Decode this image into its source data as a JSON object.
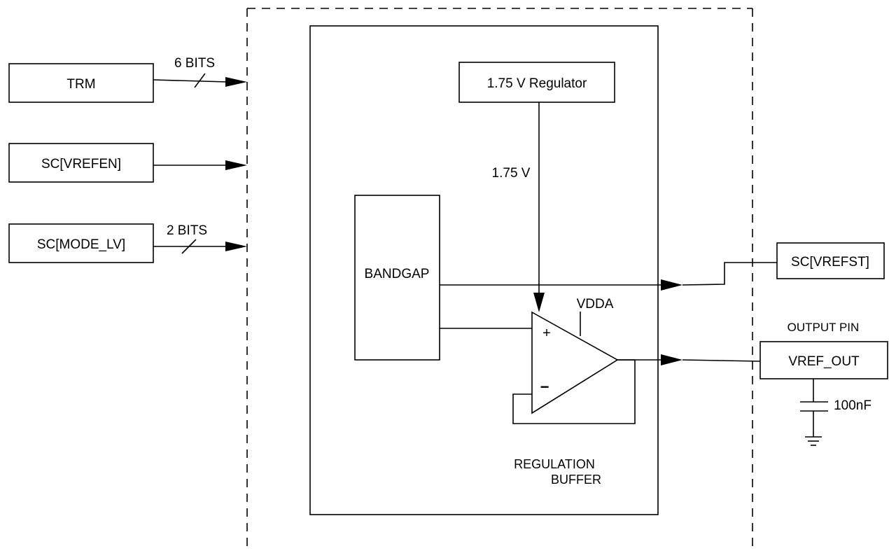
{
  "inputs": {
    "trm": "TRM",
    "trm_bus": "6 BITS",
    "vrefen": "SC[VREFEN]",
    "mode_lv": "SC[MODE_LV]",
    "mode_lv_bus": "2 BITS"
  },
  "core": {
    "regulator": "1.75 V Regulator",
    "regulator_out": "1.75 V",
    "bandgap": "BANDGAP",
    "supply": "VDDA",
    "plus": "+",
    "minus": "−",
    "buffer_label_1": "REGULATION",
    "buffer_label_2": "BUFFER"
  },
  "outputs": {
    "vrefst": "SC[VREFST]",
    "output_pin_label": "OUTPUT PIN",
    "vref_out": "VREF_OUT",
    "capacitor": "100nF"
  }
}
